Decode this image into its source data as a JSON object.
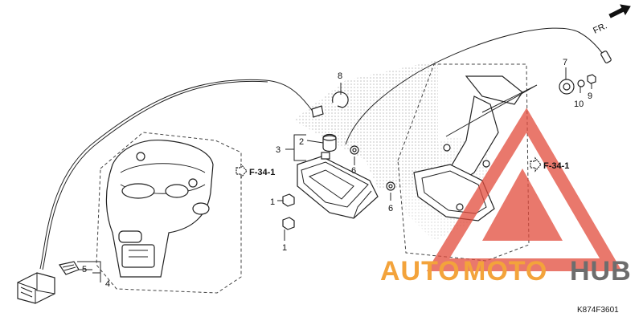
{
  "direction_label": "FR.",
  "ref_left": "F-34-1",
  "ref_right": "F-34-1",
  "callouts": {
    "c1a": "1",
    "c1b": "1",
    "c2": "2",
    "c3": "3",
    "c4": "4",
    "c5": "5",
    "c6a": "6",
    "c6b": "6",
    "c7": "7",
    "c8": "8",
    "c9": "9",
    "c10": "10"
  },
  "watermark": {
    "auto": "AUTO",
    "moto": "MOTO",
    "hub": "HUB"
  },
  "diagram_code": "K874F3601"
}
